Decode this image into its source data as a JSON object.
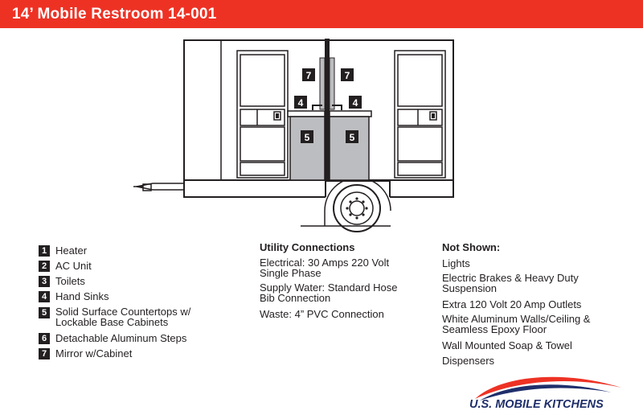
{
  "header": {
    "title": "14’ Mobile Restroom 14-001",
    "background": "#ed3224",
    "text_color": "#ffffff"
  },
  "diagram": {
    "callouts": [
      "7",
      "7",
      "4",
      "4",
      "5",
      "5"
    ],
    "colors": {
      "line": "#231f20",
      "vanity": "#bcbdc0",
      "callout": "#231f20"
    }
  },
  "legend": {
    "items": [
      {
        "num": "1",
        "label": "Heater"
      },
      {
        "num": "2",
        "label": "AC Unit"
      },
      {
        "num": "3",
        "label": "Toilets"
      },
      {
        "num": "4",
        "label": "Hand Sinks"
      },
      {
        "num": "5",
        "label": "Solid Surface Countertops w/ Lockable Base Cabinets"
      },
      {
        "num": "6",
        "label": "Detachable Aluminum Steps"
      },
      {
        "num": "7",
        "label": "Mirror w/Cabinet"
      }
    ]
  },
  "utility": {
    "heading": "Utility Connections",
    "items": [
      "Electrical: 30 Amps 220 Volt Single Phase",
      "Supply Water: Standard Hose Bib Connection",
      "Waste: 4” PVC Connection"
    ]
  },
  "not_shown": {
    "heading": "Not Shown:",
    "items": [
      "Lights",
      "Electric Brakes & Heavy Duty Suspension",
      "Extra 120 Volt 20 Amp Outlets",
      "White Aluminum Walls/Ceiling & Seamless Epoxy Floor",
      "Wall Mounted Soap & Towel",
      "Dispensers"
    ]
  },
  "logo": {
    "text": "U.S. MOBILE KITCHENS",
    "colors": {
      "red": "#ed3224",
      "blue": "#1f2f6b"
    }
  }
}
